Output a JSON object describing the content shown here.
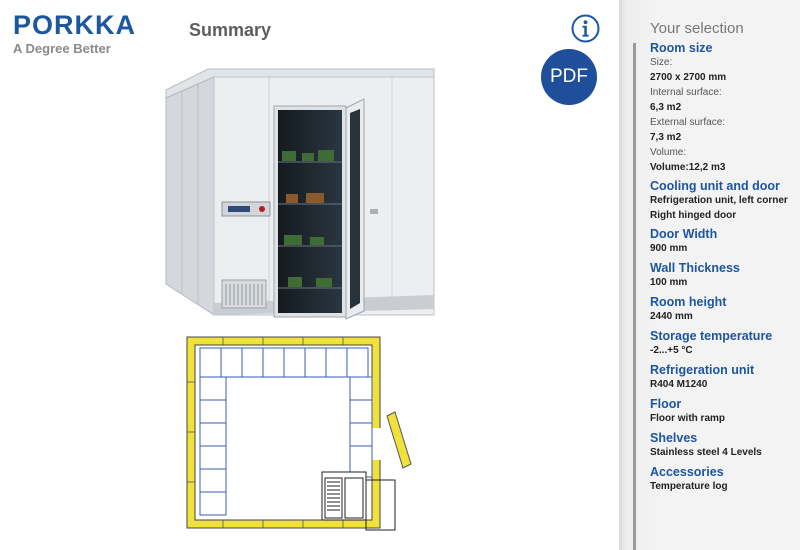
{
  "header": {
    "logo_text": "PORKKA",
    "tagline": "A Degree Better",
    "title": "Summary",
    "info_icon": "info-icon",
    "pdf_label": "PDF"
  },
  "colors": {
    "brand": "#1c57a0",
    "pdf_button": "#1f4f9a",
    "floor_plan_wall": "#f0e23a",
    "shelf_lines": "#3a5fb0",
    "sidebar_bg": "#f3f3f3"
  },
  "selection": {
    "heading": "Your selection",
    "room_size": {
      "title": "Room size",
      "size_label": "Size:",
      "size_value": "2700 x 2700 mm",
      "internal_label": "Internal surface:",
      "internal_value": "6,3 m2",
      "external_label": "External surface:",
      "external_value": "7,3 m2",
      "volume_label": "Volume:",
      "volume_value": "Volume:12,2 m3"
    },
    "cooling": {
      "title": "Cooling unit and door",
      "line1": "Refrigeration unit, left corner",
      "line2": "Right hinged door"
    },
    "door_width": {
      "title": "Door Width",
      "value": "900 mm"
    },
    "wall_thickness": {
      "title": "Wall Thickness",
      "value": "100 mm"
    },
    "room_height": {
      "title": "Room height",
      "value": "2440 mm"
    },
    "storage_temperature": {
      "title": "Storage temperature",
      "value": "-2...+5 °C"
    },
    "refrigeration_unit": {
      "title": "Refrigeration unit",
      "value": "R404 M1240"
    },
    "floor": {
      "title": "Floor",
      "value": "Floor with ramp"
    },
    "shelves": {
      "title": "Shelves",
      "value": "Stainless steel 4 Levels"
    },
    "accessories": {
      "title": "Accessories",
      "value": "Temperature log"
    }
  }
}
